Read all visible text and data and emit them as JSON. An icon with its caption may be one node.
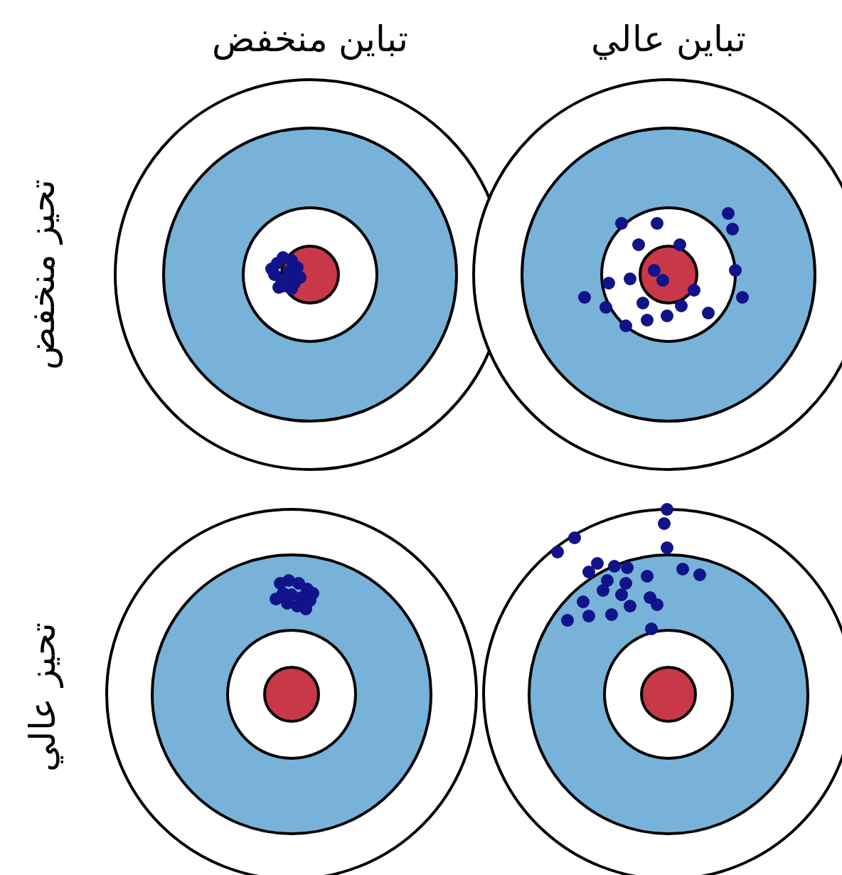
{
  "diagram": {
    "labels": [
      "تباين منخفض",
      "تباين عالي",
      "تحيز منخفض",
      "تحيز عالي"
    ]
  }
}
